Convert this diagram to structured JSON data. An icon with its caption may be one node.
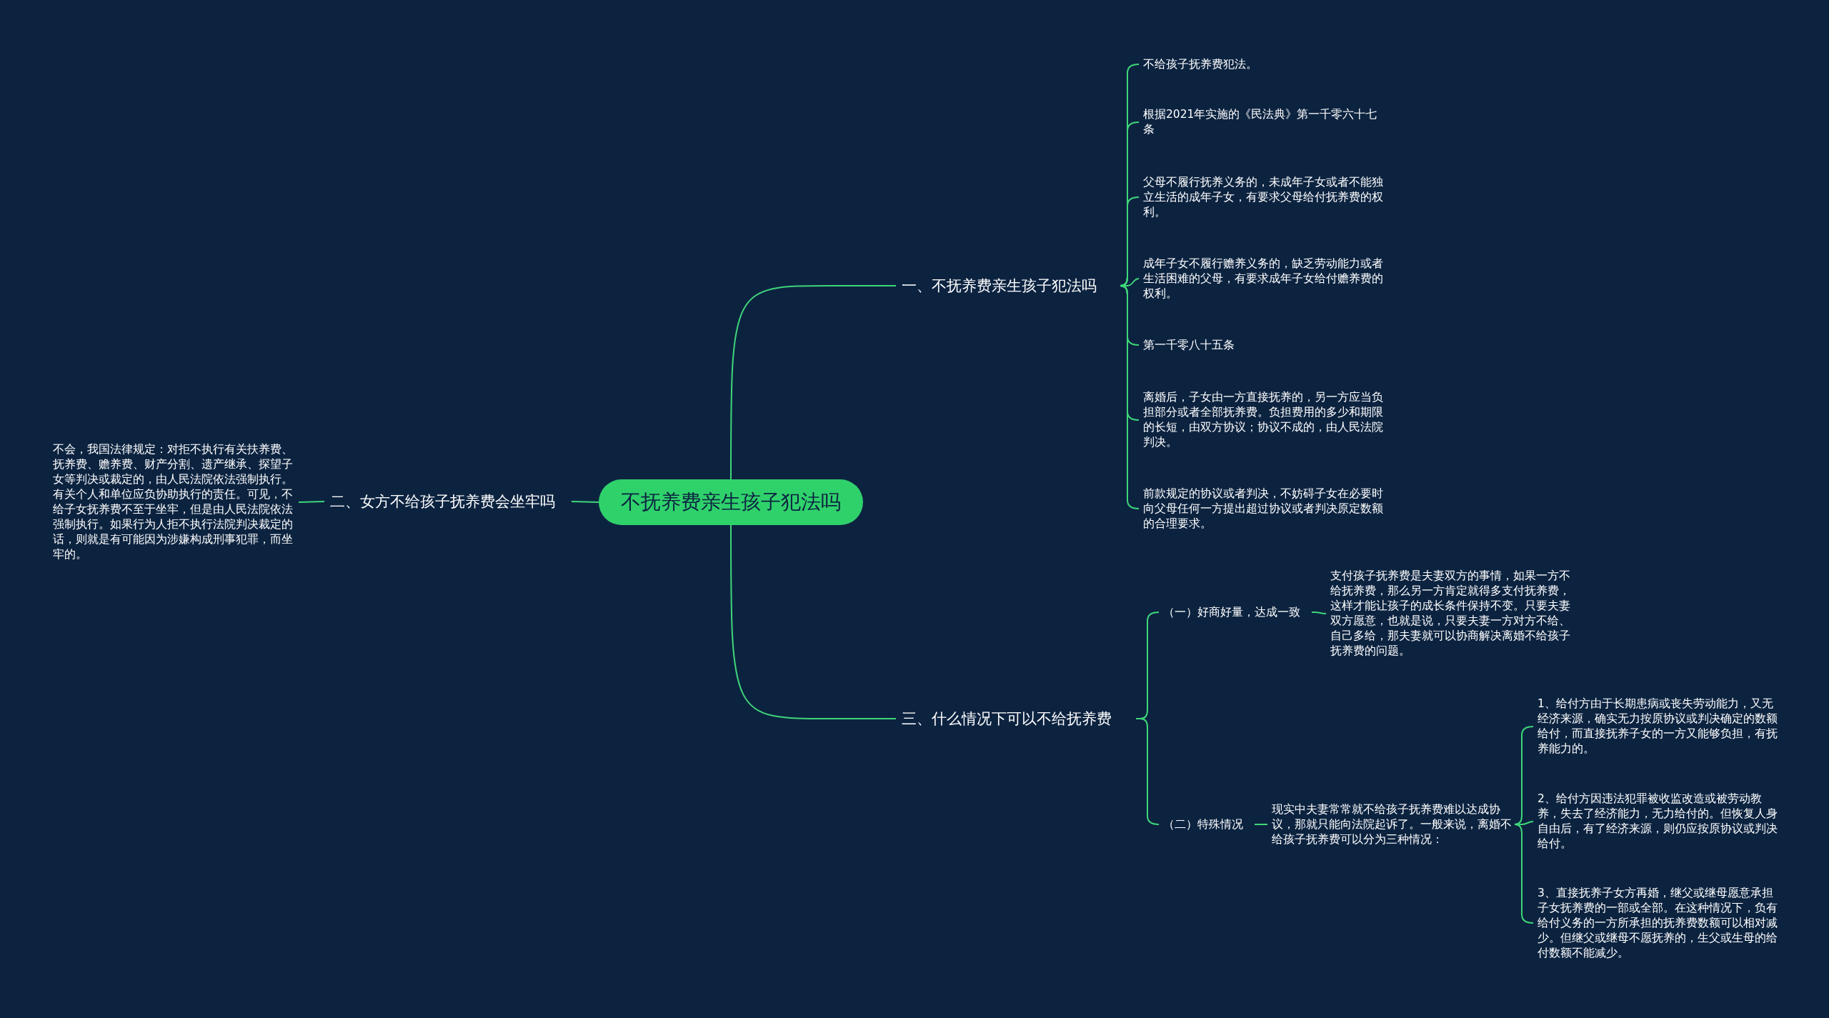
{
  "diagram": {
    "nodes": [
      {
        "text": [
          "不抚养费亲生孩子犯法吗"
        ]
      },
      {
        "text": [
          "一、不抚养费亲生孩子犯法吗"
        ]
      },
      {
        "text": [
          "不给孩子抚养费犯法。"
        ]
      },
      {
        "text": [
          "根据2021年实施的《民法典》第一千零六十七条"
        ]
      },
      {
        "text": [
          "父母不履行抚养义务的，未成年子女或者不能独立生活的成年子女，有要求父母给付抚养费的权利。"
        ]
      },
      {
        "text": [
          "成年子女不履行赡养义务的，缺乏劳动能力或者生活困难的父母，有要求成年子女给付赡养费的权利。"
        ]
      },
      {
        "text": [
          "第一千零八十五条"
        ]
      },
      {
        "text": [
          "离婚后，子女由一方直接抚养的，另一方应当负担部分或者全部抚养费。负担费用的多少和期限的长短，由双方协议；协议不成的，由人民法院判决。"
        ]
      },
      {
        "text": [
          "前款规定的协议或者判决，不妨碍子女在必要时向父母任何一方提出超过协议或者判决原定数额的合理要求。"
        ]
      },
      {
        "text": [
          "二、女方不给孩子抚养费会坐牢吗"
        ]
      },
      {
        "text": [
          "不会，我国法律规定：对拒不执行有关扶养费、抚养费、赡养费、财产分割、遗产继承、探望子女等判决或裁定的，由人民法院依法强制执行。有关个人和单位应负协助执行的责任。可见，不给子女抚养费不至于坐牢，但是由人民法院依法强制执行。如果行为人拒不执行法院判决裁定的话，则就是有可能因为涉嫌构成刑事犯罪，而坐牢的。"
        ]
      },
      {
        "text": [
          "三、什么情况下可以不给抚养费"
        ]
      },
      {
        "text": [
          "（一）好商好量，达成一致"
        ]
      },
      {
        "text": [
          "支付孩子抚养费是夫妻双方的事情，如果一方不给抚养费，那么另一方肯定就得多支付抚养费，这样才能让孩子的成长条件保持不变。只要夫妻双方愿意，也就是说，只要夫妻一方对方不给、自己多给，那夫妻就可以协商解决离婚不给孩子抚养费的问题。"
        ]
      },
      {
        "text": [
          "（二）特殊情况"
        ]
      },
      {
        "text": [
          "现实中夫妻常常就不给孩子抚养费难以达成协议，那就只能向法院起诉了。一般来说，离婚不给孩子抚养费可以分为三种情况："
        ]
      },
      {
        "text": [
          "1、给付方由于长期患病或丧失劳动能力，又无经济来源，确实无力按原协议或判决确定的数额给付，而直接抚养子女的一方又能够负担，有抚养能力的。"
        ]
      },
      {
        "text": [
          "2、给付方因违法犯罪被收监改造或被劳动教养，失去了经济能力，无力给付的。但恢复人身自由后，有了经济来源，则仍应按原协议或判决给付。"
        ]
      },
      {
        "text": [
          "3、直接抚养子女方再婚，继父或继母愿意承担子女抚养费的一部或全部。在这种情况下，负有给付义务的一方所承担的抚养费数额可以相对减少。但继父或继母不愿抚养的，生父或生母的给付数额不能减少。"
        ]
      }
    ],
    "edges": [
      {
        "from": 0,
        "to": 1,
        "arrow": "none"
      },
      {
        "from": 1,
        "to": 2,
        "arrow": "none"
      },
      {
        "from": 1,
        "to": 3,
        "arrow": "none"
      },
      {
        "from": 1,
        "to": 4,
        "arrow": "none"
      },
      {
        "from": 1,
        "to": 5,
        "arrow": "none"
      },
      {
        "from": 1,
        "to": 6,
        "arrow": "none"
      },
      {
        "from": 1,
        "to": 7,
        "arrow": "none"
      },
      {
        "from": 1,
        "to": 8,
        "arrow": "none"
      },
      {
        "from": 0,
        "to": 9,
        "arrow": "none"
      },
      {
        "from": 9,
        "to": 10,
        "arrow": "none"
      },
      {
        "from": 0,
        "to": 11,
        "arrow": "none"
      },
      {
        "from": 11,
        "to": 12,
        "arrow": "none"
      },
      {
        "from": 11,
        "to": 14,
        "arrow": "none"
      },
      {
        "from": 12,
        "to": 13,
        "arrow": "none"
      },
      {
        "from": 14,
        "to": 15,
        "arrow": "none"
      },
      {
        "from": 15,
        "to": 16,
        "arrow": "none"
      },
      {
        "from": 15,
        "to": 17,
        "arrow": "none"
      },
      {
        "from": 15,
        "to": 18,
        "arrow": "none"
      }
    ]
  }
}
